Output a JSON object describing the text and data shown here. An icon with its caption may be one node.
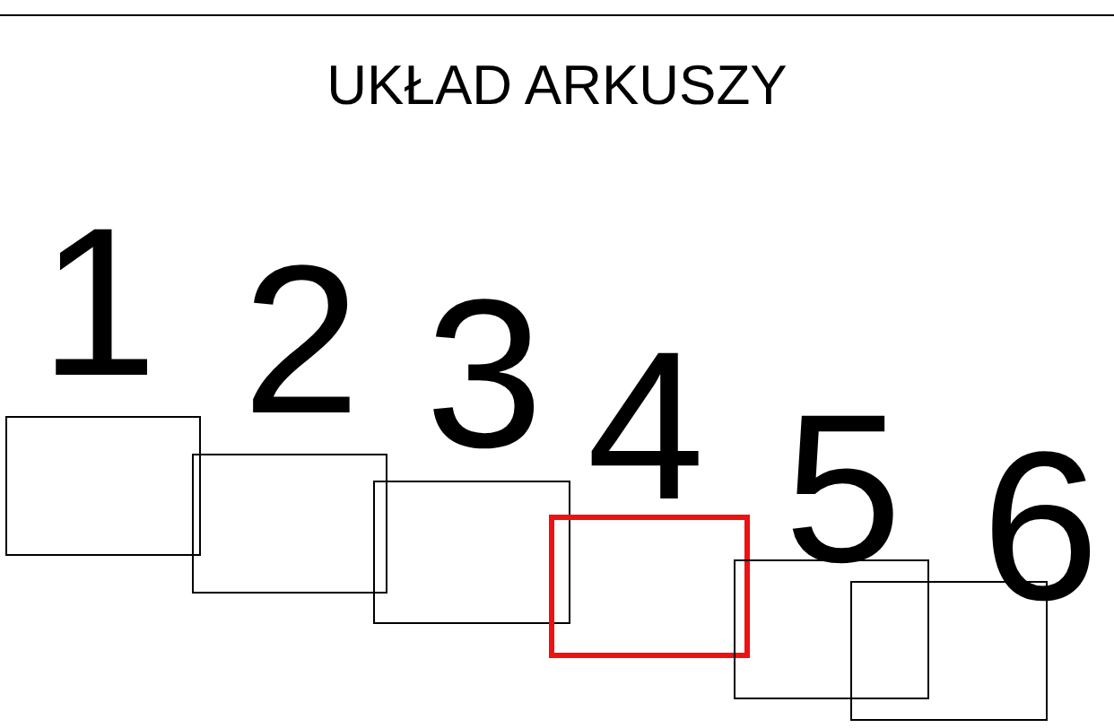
{
  "diagram": {
    "title": "UKŁAD ARKUSZY",
    "nodes": [
      {
        "text": [
          "1"
        ]
      },
      {
        "text": [
          "2"
        ]
      },
      {
        "text": [
          "3"
        ]
      },
      {
        "text": [
          "4"
        ]
      },
      {
        "text": [
          "5"
        ]
      },
      {
        "text": [
          "6"
        ]
      }
    ],
    "edges": []
  }
}
